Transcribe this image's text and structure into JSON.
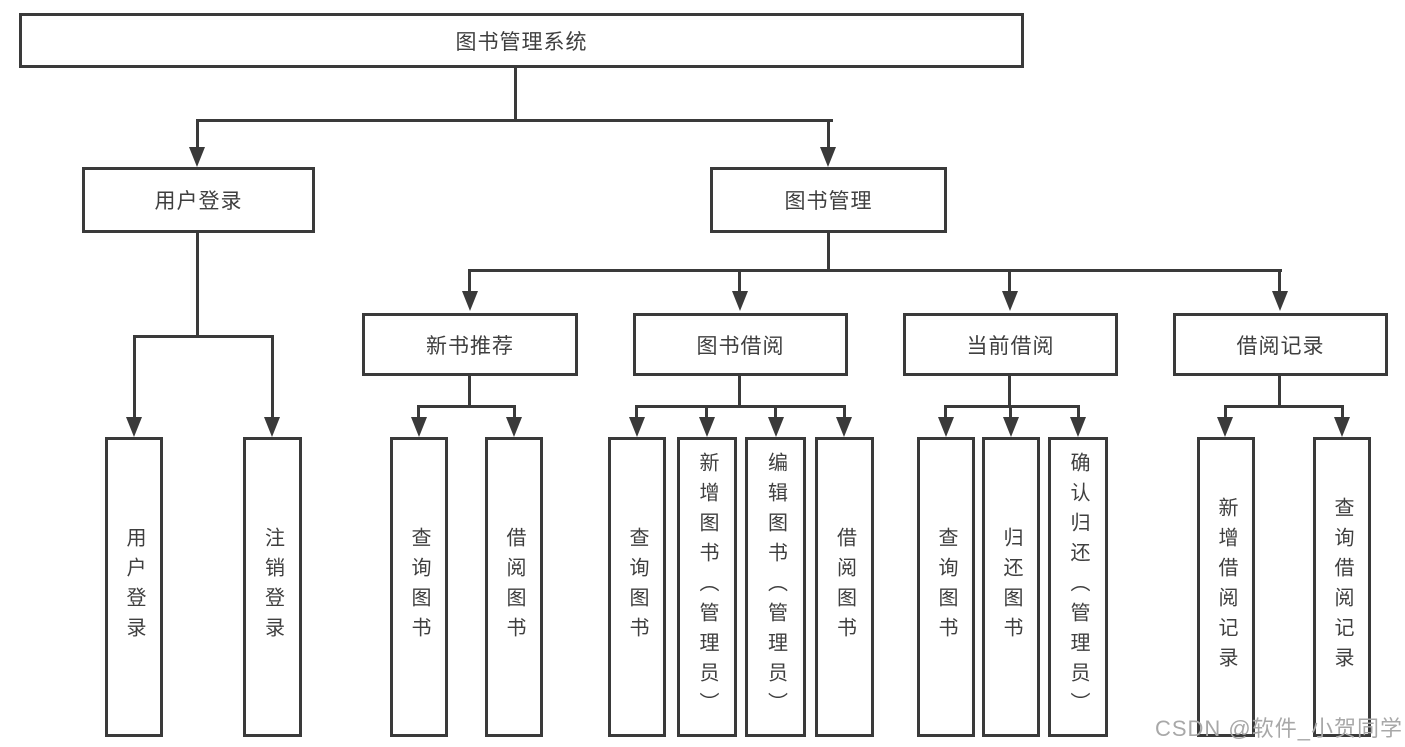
{
  "diagram": {
    "root": {
      "label": "图书管理系统"
    },
    "branches": {
      "user_login": {
        "label": "用户登录",
        "children": [
          "用户登录",
          "注销登录"
        ]
      },
      "book_management": {
        "label": "图书管理",
        "sections": [
          {
            "label": "新书推荐",
            "children": [
              "查询图书",
              "借阅图书"
            ]
          },
          {
            "label": "图书借阅",
            "children": [
              "查询图书",
              "新增图书（管理员）",
              "编辑图书（管理员）",
              "借阅图书"
            ]
          },
          {
            "label": "当前借阅",
            "children": [
              "查询图书",
              "归还图书",
              "确认归还（管理员）"
            ]
          },
          {
            "label": "借阅记录",
            "children": [
              "新增借阅记录",
              "查询借阅记录"
            ]
          }
        ]
      }
    }
  },
  "watermark": {
    "text": "CSDN @软件_小贺同学"
  },
  "colors": {
    "line": "#3a3a3a",
    "text": "#3f3f3f",
    "watermark": "#a8a8a8",
    "background": "#ffffff"
  }
}
